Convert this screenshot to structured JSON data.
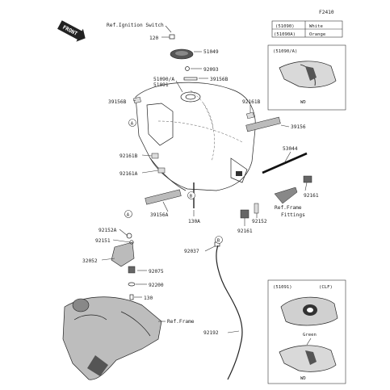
{
  "diagram_code": "F2410",
  "front_label": "FRONT",
  "color_table": [
    {
      "code": "(51090)",
      "color": "White"
    },
    {
      "code": "(51090A)",
      "color": "Orange"
    }
  ],
  "inset_top": {
    "code": "(51090/A)",
    "wd": "WD"
  },
  "inset_bottom": {
    "code": "(51091)",
    "variant": "(CLF)",
    "color": "Green",
    "wd": "WD"
  },
  "refs": {
    "ignition": "Ref.Ignition Switch",
    "frame_fittings": "Ref.Frame Fittings",
    "frame": "Ref.Frame"
  },
  "markers": {
    "a": "A",
    "b": "B"
  },
  "parts": {
    "p120": "120",
    "p51049": "51049",
    "p92093": "92093",
    "p39156B_top": "39156B",
    "p51090A": "51090/A",
    "p51091": "51091",
    "p39156B_left": "39156B",
    "p92161B_right": "92161B",
    "p39156": "39156",
    "p53044": "53044",
    "p92161B_left": "92161B",
    "p92161A": "92161A",
    "p92161_right": "92161",
    "p39156A": "39156A",
    "p130A": "130A",
    "p92152_mid": "92152",
    "p92161_mid": "92161",
    "p92152A": "92152A",
    "p92151": "92151",
    "p32052": "32052",
    "p92075": "92075",
    "p92200": "92200",
    "p130": "130",
    "p92037": "92037",
    "p92192": "92192"
  }
}
